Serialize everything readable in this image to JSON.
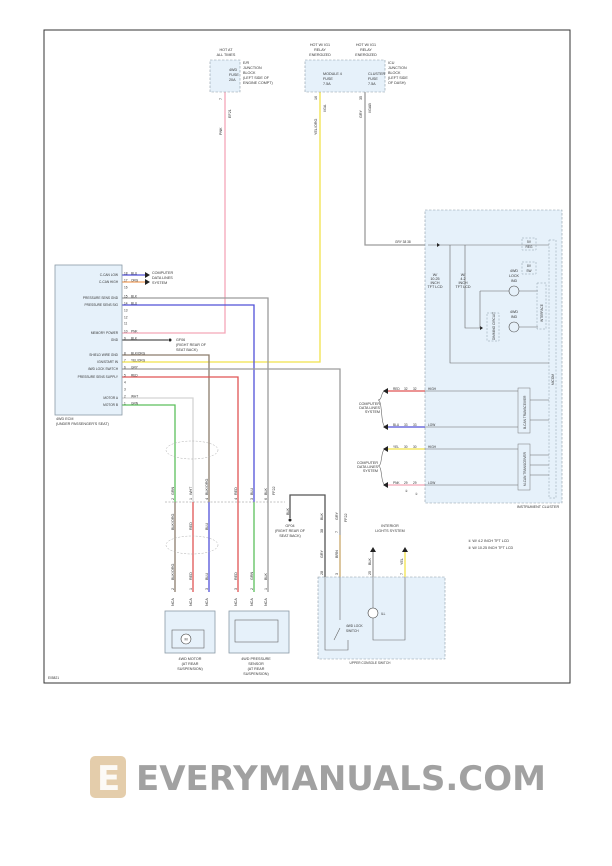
{
  "colors": {
    "pnk": "#f4a6b8",
    "yel": "#f0e24a",
    "gry": "#9c9c9c",
    "blu": "#5050d8",
    "red": "#e05555",
    "grn": "#5cbf5c",
    "blkorg": "#8c7c6c",
    "wht": "#d4d4d4",
    "blk": "#555555",
    "brn": "#c9a86a",
    "org": "#f0a060",
    "box": "#e6f1fa"
  },
  "fuses": {
    "hot_all_times": [
      "HOT AT",
      "ALL TIMES"
    ],
    "fuse_4wd": [
      "4WD",
      "FUSE",
      "20A"
    ],
    "er_block": [
      "E/R",
      "JUNCTION",
      "BLOCK",
      "(LEFT SIDE OF",
      "ENGINE COMPT)"
    ],
    "hot_ig1_a": [
      "HOT W/ IG1",
      "RELAY",
      "ENERGIZED"
    ],
    "hot_ig1_b": [
      "HOT W/ IG1",
      "RELAY",
      "ENERGIZED"
    ],
    "module4": [
      "MODULE 4",
      "FUSE",
      "7.5A"
    ],
    "cluster_fuse": [
      "CLUSTER",
      "FUSE",
      "7.5A"
    ],
    "icu_block": [
      "ICU",
      "JUNCTION",
      "BLOCK",
      "(LEFT SIDE",
      "OF DASH)"
    ],
    "pnk_wire": "PNK",
    "pnk_pin": "7",
    "pnk_conn": "EF21",
    "yel_wire": "YEL/ORG",
    "yel_pin": "16",
    "yel_conn": "I/GA",
    "gry_wire": "GRY",
    "gry_pin": "35",
    "gry_conn": "I/GAB"
  },
  "ecm": {
    "title": [
      "4WD ECM",
      "(UNDER PASSENGER'S SEAT)"
    ],
    "rows": [
      {
        "label": "C-CAN LOW",
        "pin": "18",
        "wire": "BLU"
      },
      {
        "label": "C-CAN HIGH",
        "pin": "17",
        "wire": "ORG"
      },
      {
        "label": "",
        "pin": "16",
        "wire": ""
      },
      {
        "label": "PRESSURE SENS GND",
        "pin": "15",
        "wire": "BLK"
      },
      {
        "label": "PRESSURE SENS SIG",
        "pin": "14",
        "wire": "BLU"
      },
      {
        "label": "",
        "pin": "13",
        "wire": ""
      },
      {
        "label": "",
        "pin": "12",
        "wire": ""
      },
      {
        "label": "",
        "pin": "11",
        "wire": ""
      },
      {
        "label": "MEMORY POWER",
        "pin": "10",
        "wire": "PNK"
      },
      {
        "label": "GND",
        "pin": "9",
        "wire": "BLK"
      },
      {
        "label": "SHIELD WIRE GND",
        "pin": "8",
        "wire": "BLK/ORG"
      },
      {
        "label": "IGN/START IN",
        "pin": "7",
        "wire": "YEL/ORG"
      },
      {
        "label": "4WD LOCK SWITCH",
        "pin": "6",
        "wire": "GRY"
      },
      {
        "label": "PRESSURE SENS SUPPLY",
        "pin": "5",
        "wire": "RED"
      },
      {
        "label": "",
        "pin": "4",
        "wire": ""
      },
      {
        "label": "",
        "pin": "3",
        "wire": ""
      },
      {
        "label": "MOTOR A",
        "pin": "2",
        "wire": "WHT"
      },
      {
        "label": "MOTOR B",
        "pin": "1",
        "wire": "GRN"
      }
    ],
    "can_dest": [
      "COMPUTER",
      "DATA LINES",
      "SYSTEM"
    ],
    "ground": [
      "GF06",
      "(RIGHT REAR OF",
      "SEAT BACK)"
    ]
  },
  "cluster": {
    "title": "INSTRUMENT CLUSTER",
    "gry_row": "GRY  38  38",
    "w1": [
      "W/",
      "10.25",
      "INCH",
      "TFT LCD"
    ],
    "w2": [
      "W/",
      "4.2",
      "INCH",
      "TFT LCD"
    ],
    "reg5v": [
      "5V",
      "REG"
    ],
    "sw8v": [
      "8V",
      "SW"
    ],
    "lock_ind": [
      "4WD",
      "LOCK",
      "IND"
    ],
    "ind": [
      "4WD",
      "IND"
    ],
    "dimming": "DIMMING CIRCUIT",
    "interface": "INTERFACE",
    "micom": "MICOM",
    "bcan": "B-CAN TRANSCEIVER",
    "mcan": "M-CAN TRANSCEIVER",
    "can_rows": [
      {
        "wire": "RED",
        "p1": "32",
        "p2": "32",
        "sig": "HIGH"
      },
      {
        "wire": "BLU",
        "p1": "33",
        "p2": "33",
        "sig": "LOW"
      },
      {
        "wire": "YEL",
        "p1": "30",
        "p2": "30",
        "sig": "HIGH"
      },
      {
        "wire": "PNK",
        "p1": "29",
        "p2": "29",
        "sig": "LOW"
      }
    ],
    "can_dest_a": [
      "COMPUTER",
      "DATA LINES",
      "SYSTEM"
    ],
    "can_dest_b": [
      "COMPUTER",
      "DATA LINES",
      "SYSTEM"
    ],
    "note_marks": [
      "②",
      "①"
    ],
    "legend": [
      "① W/ 4.2 INCH TFT LCD",
      "② W/ 10.25 INCH TFT LCD"
    ]
  },
  "harness": {
    "upper": [
      {
        "w": "GRN",
        "p": "2"
      },
      {
        "w": "WHT",
        "p": "1"
      },
      {
        "w": "BLK/ORG",
        "p": "4"
      },
      {
        "w": "RED",
        "p": "4"
      },
      {
        "w": "BLU",
        "p": "3"
      },
      {
        "w": "BLK",
        "p": "6"
      }
    ],
    "lower_motor": [
      {
        "w": "BLK/ORG",
        "p": "2"
      },
      {
        "w": "RED",
        "p": "1"
      },
      {
        "w": "BLU",
        "p": "3"
      }
    ],
    "lower_sensor": [
      {
        "w": "RED",
        "p": "3"
      },
      {
        "w": "GRN",
        "p": "2"
      },
      {
        "w": "BLK",
        "p": "1"
      }
    ],
    "mid_motor": [
      "BLK/ORG",
      "RED",
      "BLU"
    ],
    "conn": "FF22",
    "nca": "NCA"
  },
  "motor": {
    "title": [
      "4WD MOTOR",
      "(AT REAR",
      "SUSPENSION)"
    ],
    "symbol": "M"
  },
  "sensor": {
    "title": [
      "4WD PRESSURE",
      "SENSOR",
      "(AT REAR",
      "SUSPENSION)"
    ]
  },
  "console": {
    "title": "UPPER CONSOLE SWITCH",
    "ground": [
      "GF04",
      "(RIGHT REAR OF",
      "SEAT BACK)"
    ],
    "interior": [
      "INTERIOR",
      "LIGHTS SYSTEM"
    ],
    "gnd_wire": "BLK",
    "gry_wire": "GRY",
    "gry_pin": "38",
    "brn_conn": "FF22",
    "brn_pin": "7",
    "sw_gry": "GRY",
    "sw_gry_pin": "28",
    "sw_brn": "BRN",
    "sw_brn_pin": "3",
    "il_blk": "BLK",
    "il_blk_pin": "25",
    "il_yel": "YEL",
    "il_yel_pin": "7",
    "switch_label": [
      "4WD LOCK",
      "SWITCH"
    ],
    "ill": "ILL"
  },
  "footer_code": "E05821",
  "watermark": "EVERYMANUALS.COM",
  "watermark_letter": "E"
}
